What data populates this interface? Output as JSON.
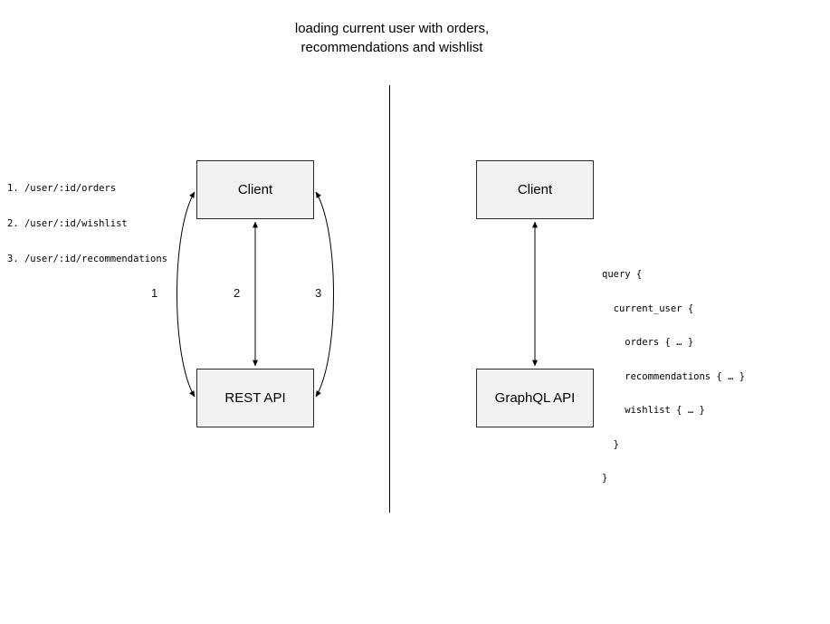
{
  "title": {
    "line1": "loading current user with orders,",
    "line2": "recommendations and wishlist"
  },
  "rest_side": {
    "endpoints": [
      "1. /user/:id/orders",
      "2. /user/:id/wishlist",
      "3. /user/:id/recommendations"
    ],
    "client_box": "Client",
    "api_box": "REST API",
    "arrow_labels": [
      "1",
      "2",
      "3"
    ]
  },
  "graphql_side": {
    "client_box": "Client",
    "api_box": "GraphQL API",
    "query": [
      "query {",
      "  current_user {",
      "    orders { … }",
      "    recommendations { … }",
      "    wishlist { … }",
      "  }",
      "}"
    ]
  },
  "colors": {
    "background": "#ffffff",
    "box_fill": "#f2f2f2",
    "box_border": "#2b2b2b",
    "line": "#000000"
  }
}
